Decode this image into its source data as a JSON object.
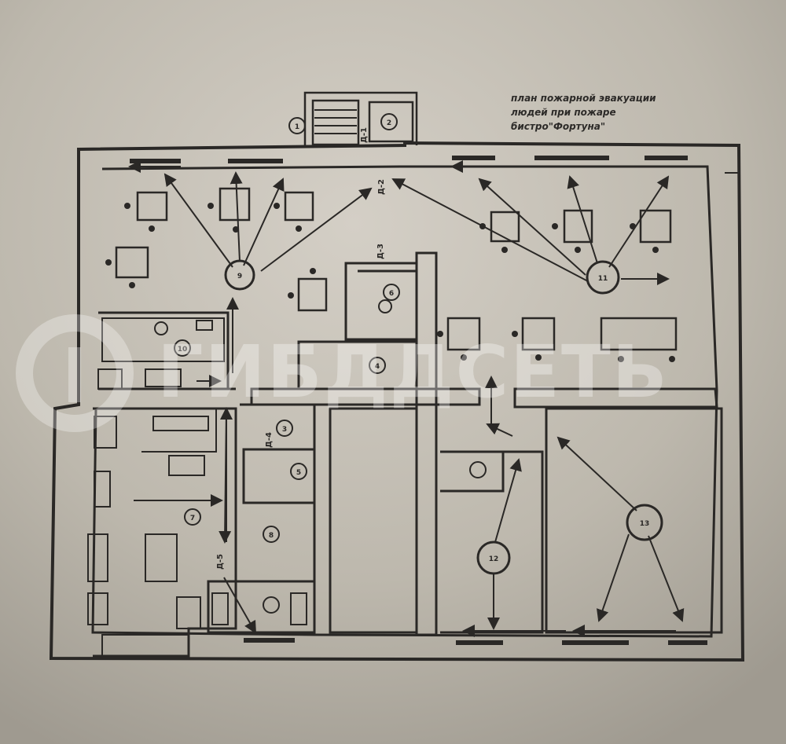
{
  "title_lines": [
    "план пожарной эвакуации",
    "людей при пожаре",
    "бистро\"Фортуна\""
  ],
  "watermark_text": "ГИБДДСЕТЬ",
  "door_labels": [
    "Д-1",
    "Д-2",
    "Д-3",
    "Д-4",
    "Д-5"
  ],
  "room_numbers": [
    "1",
    "2",
    "3",
    "4",
    "5",
    "6",
    "7",
    "8",
    "9",
    "10",
    "11",
    "12",
    "13"
  ],
  "colors": {
    "paper": "#bdb8ad",
    "ink": "#2a2826",
    "watermark": "#ffffff"
  }
}
